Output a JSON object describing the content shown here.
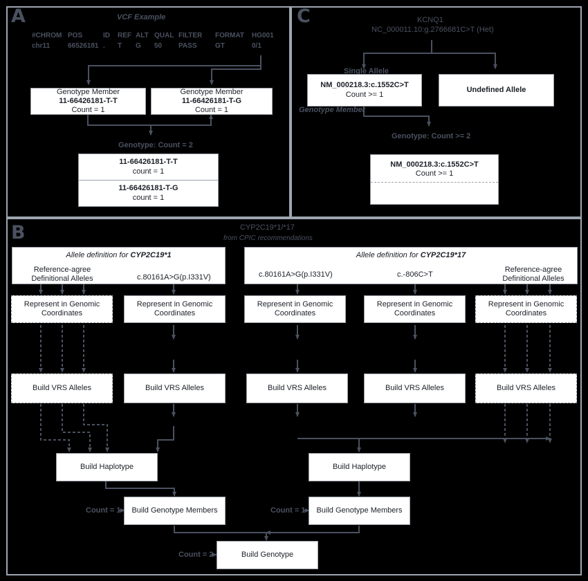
{
  "panel_a": {
    "letter": "A",
    "title": "VCF Example",
    "vcf_header": [
      "#CHROM",
      "POS",
      "ID",
      "REF",
      "ALT",
      "QUAL",
      "FILTER",
      "FORMAT",
      "HG001"
    ],
    "vcf_row": [
      "chr11",
      "66526181",
      ".",
      "T",
      "G",
      "50",
      "PASS",
      "GT",
      "0/1"
    ],
    "member1": {
      "heading": "Genotype Member",
      "id": "11-66426181-T-T",
      "count": "Count = 1"
    },
    "member2": {
      "heading": "Genotype Member",
      "id": "11-66426181-T-G",
      "count": "Count = 1"
    },
    "genotype_label": "Genotype: Count = 2",
    "geno1": {
      "id": "11-66426181-T-T",
      "count": "count = 1"
    },
    "geno2": {
      "id": "11-66426181-T-G",
      "count": "count = 1"
    }
  },
  "panel_c": {
    "letter": "C",
    "gene": "KCNQ1",
    "variant": "NC_000011.10:g.2766681C>T (Het)",
    "single_allele_label": "Single Allele",
    "allele_box": {
      "id": "NM_000218.3:c.1552C>T",
      "count": "Count >= 1"
    },
    "undefined_allele": "Undefined Allele",
    "genotype_member_label": "Genotype Member",
    "genotype_label": "Genotype: Count >= 2",
    "geno_box": {
      "id": "NM_000218.3:c.1552C>T",
      "count": "Count >= 1"
    }
  },
  "panel_b": {
    "letter": "B",
    "title": "CYP2C19*1/*17",
    "subtitle": "from CPIC recommendations",
    "def1": {
      "prefix": "Allele definition for ",
      "allele": "CYP2C19*1",
      "item_ref": "Reference-agree\nDefinitional Alleles",
      "item_var": "c.80161A>G(p.I331V)"
    },
    "def2": {
      "prefix": "Allele definition for ",
      "allele": "CYP2C19*17",
      "item_var1": "c.80161A>G(p.I331V)",
      "item_var2": "c.-806C>T",
      "item_ref": "Reference-agree\nDefinitional Alleles"
    },
    "represent_label": "Represent in  Genomic\nCoordinates",
    "represent_label_alt": "Represent in Genomic\nCoordinates",
    "build_vrs": "Build VRS Alleles",
    "build_haplotype": "Build Haplotype",
    "build_members": "Build Genotype Members",
    "count_one": "Count = 1",
    "count_two": "Count = 2",
    "build_genotype": "Build Genotype"
  }
}
